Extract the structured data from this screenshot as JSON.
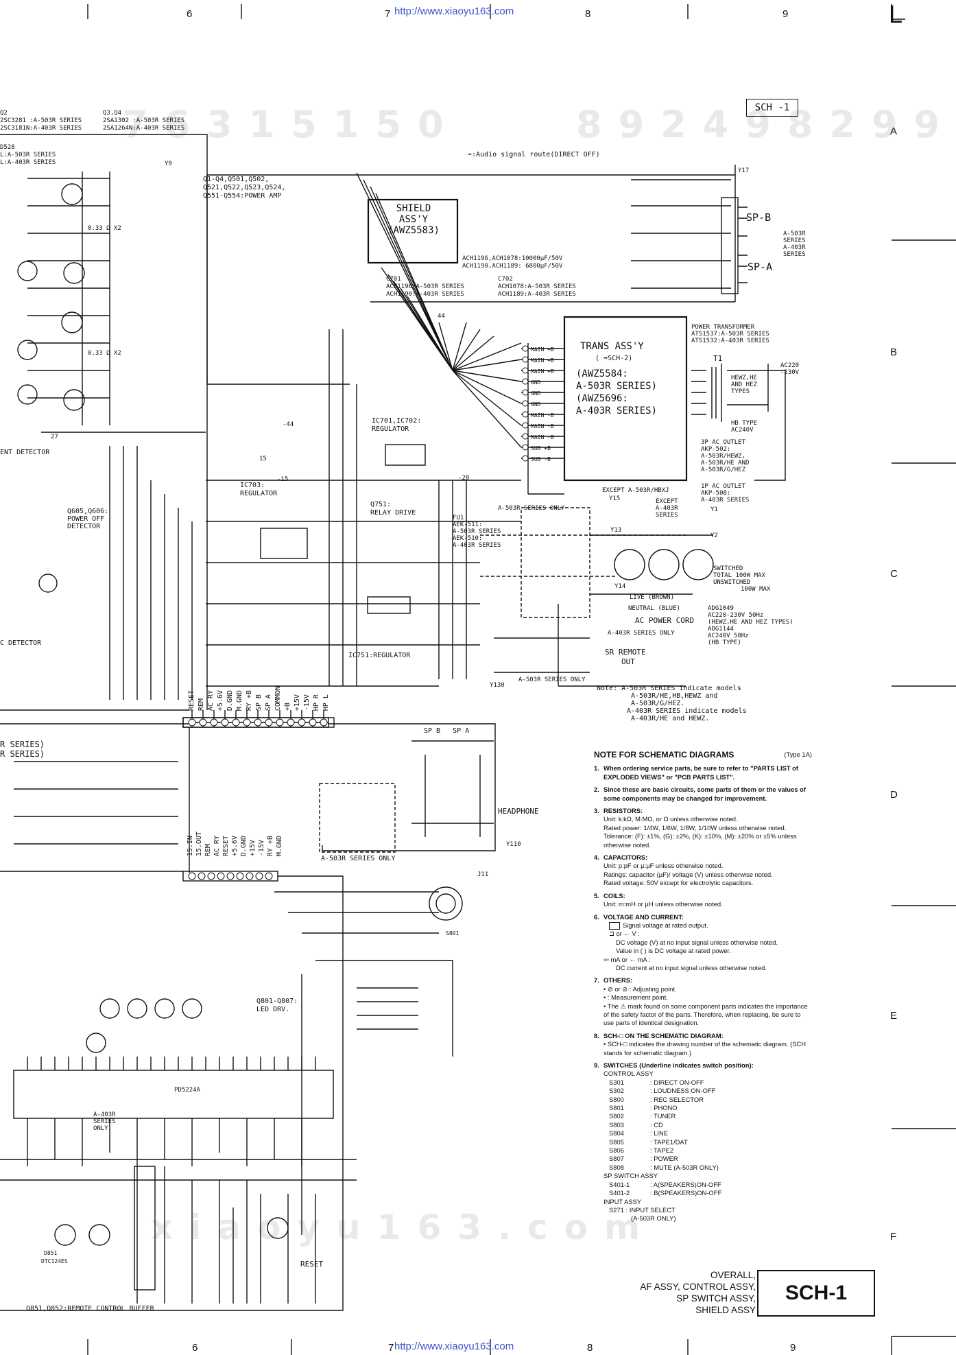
{
  "header": {
    "url_top": "http://www.xiaoyu163.com",
    "url_bottom": "http://www.xiaoyu163.com",
    "sheet_tag": "SCH -1",
    "column_labels": [
      "6",
      "7",
      "8",
      "9"
    ],
    "row_labels": [
      "A",
      "B",
      "C",
      "D",
      "E",
      "F"
    ],
    "corner_mark": "L"
  },
  "watermarks": [
    "76315150",
    "892498299",
    "xiaoyu163.com"
  ],
  "schematic": {
    "audio_route": "➡:Audio signal route(DIRECT OFF)",
    "q_list_left": [
      "Q2",
      "2SC3281 :A-503R SERIES",
      "2SC3181N:A-403R SERIES"
    ],
    "q_list_right": [
      "Q3,Q4",
      "2SA1302 :A-503R SERIES",
      "2SA1264N:A-403R SERIES"
    ],
    "d528": [
      "D528",
      "L:A-503R SERIES",
      "L:A-403R SERIES"
    ],
    "power_amp": [
      "Q1-Q4,Q501,Q502,",
      "Q521,Q522,Q523,Q524,",
      "Q551-Q554:POWER AMP"
    ],
    "shield_assy": [
      "SHIELD",
      "ASS'Y",
      "(AWZ5583)"
    ],
    "sp_b": "SP-B",
    "sp_a": "SP-A",
    "sp_series": [
      "A-503R",
      "SERIES",
      "A-403R",
      "SERIES"
    ],
    "cap_main": [
      "ACH1196,ACH1078:10000µF/50V",
      "ACH1190,ACH1189: 6800µF/50V"
    ],
    "c701": [
      "C701",
      "ACH1196:A-503R SERIES",
      "ACH1190:A-403R SERIES"
    ],
    "c702": [
      "C702",
      "ACH1078:A-503R SERIES",
      "ACH1189:A-403R SERIES"
    ],
    "trans_assy": [
      "TRANS ASS'Y",
      "( ➡SCH-2)",
      "(AWZ5584:",
      " A-503R SERIES)",
      "(AWZ5696:",
      " A-403R SERIES)"
    ],
    "power_transformer": [
      "POWER TRANSFORMER",
      "ATS1537:A-503R SERIES",
      "ATS1532:A-403R SERIES"
    ],
    "t1": "T1",
    "ac220": [
      "AC220",
      "-230V"
    ],
    "hewz_types": [
      "HEWZ,HE",
      "AND HEZ",
      "TYPES"
    ],
    "hb_type": [
      "HB TYPE",
      "AC240V"
    ],
    "ac_outlet_3p": [
      "3P AC OUTLET",
      "AKP-502:",
      "A-503R/HEWZ,",
      "A-503R/HE AND",
      "A-503R/G/HEZ"
    ],
    "ac_outlet_1p": [
      "1P AC OUTLET",
      "AKP-508:",
      "A-403R SERIES"
    ],
    "main_pins": [
      "MAIN +B",
      "MAIN +B",
      "MAIN +B",
      "GND",
      "GND",
      "GND",
      "MAIN -B",
      "MAIN -B",
      "MAIN -B",
      "SUB +B",
      "SUB -B"
    ],
    "ic701_702": [
      "IC701,IC702:",
      "REGULATOR"
    ],
    "ic703": [
      "IC703:",
      "REGULATOR"
    ],
    "q751": [
      "Q751:",
      "RELAY DRIVE"
    ],
    "q605": [
      "Q605,Q606:",
      "POWER OFF",
      "DETECTOR"
    ],
    "ent_detector": "ENT DETECTOR",
    "c_detector": "C DETECTOR",
    "fu1": [
      "FU1",
      "AEK-511:",
      "A-503R SERIES",
      "AEK-510:",
      "A-403R SERIES"
    ],
    "a503_only": "A-503R SERIES ONLY",
    "except_a503": "EXCEPT A-503R/HBXJ",
    "except_a403": [
      "EXCEPT",
      "A-403R",
      "SERIES"
    ],
    "switched": [
      "SWITCHED",
      "TOTAL 100W MAX",
      "UNSWITCHED",
      "100W MAX"
    ],
    "live": "LIVE (BROWN)",
    "neutral": "NEUTRAL (BLUE)",
    "ac_power_cord": "AC POWER CORD",
    "cord_types": [
      "ADG1049",
      "AC220-230V 50Hz",
      "(HEWZ,HE AND HEZ TYPES)",
      "ADG1144",
      "AC240V 50Hz",
      "(HB TYPE)"
    ],
    "a403_only": "A-403R SERIES ONLY",
    "ic751": "IC751:REGULATOR",
    "sr_remote": [
      "SR REMOTE",
      "OUT"
    ],
    "a503_only_2": "A-503R SERIES ONLY",
    "series_note": [
      "Note: A-503R SERIES indicate models",
      "A-503R/HE,HB,HEWZ and",
      "A-503R/G/HEZ.",
      "A-403R SERIES indicate models",
      "A-403R/HE and HEWZ."
    ],
    "conn_top_pins": [
      "RESET",
      "REM",
      "AC RY",
      "+5.6V",
      "D.GND",
      "M.GND",
      "RY +B",
      "SP B",
      "SP A",
      "COMMON",
      "+B",
      "+15V",
      "-15V",
      "HP R",
      "HP L"
    ],
    "conn_bottom_pins": [
      "15.IN",
      "15.OUT",
      "REM",
      "AC RY",
      "RESET",
      "+5.6V",
      "D.GND",
      "+15V",
      "-15V",
      "RY +B",
      "M.GND"
    ],
    "r_series": [
      "R SERIES)",
      "R SERIES)"
    ],
    "sp_b_sp_a": "SP B   SP A",
    "headphone": "HEADPHONE",
    "a503_only_3": "A-503R SERIES ONLY",
    "q801": [
      "Q801-Q807:",
      "LED DRV."
    ],
    "a403_series_only": [
      "A-403R",
      "SERIES",
      "ONLY"
    ],
    "reset": "RESET",
    "q851": "Q851,Q852:REMOTE CONTROL BUFFER",
    "misc_labels": [
      "0.33 Ω X2",
      "0.33 Ω X2",
      "27",
      "-44",
      "-15",
      "-28",
      "15",
      "44",
      "Y17",
      "Y9",
      "Y15",
      "Y13",
      "Y14",
      "Y1",
      "Y2",
      "Y110",
      "Y130",
      "J11",
      "PD5224A",
      "D851",
      "DTC124ES",
      "S801"
    ]
  },
  "notes": {
    "title": "NOTE FOR SCHEMATIC DIAGRAMS",
    "type_tag": "(Type 1A)",
    "n1": "When ordering service parts, be sure to refer to \"PARTS LIST of EXPLODED VIEWS\" or \"PCB PARTS LIST\".",
    "n2": "Since these are basic circuits, some parts of them or the values of some components may be changed for improvement.",
    "n3_head": "RESISTORS:",
    "n3_unit": "Unit: k:kΩ, M:MΩ, or Ω unless otherwise noted.",
    "n3_power": "Rated power: 1/4W, 1/6W, 1/8W, 1/10W unless otherwise noted.",
    "n3_tol": "Tolerance: (F): ±1%, (G): ±2%, (K): ±10%, (M): ±20% or ±5% unless otherwise noted.",
    "n4_head": "CAPACITORS:",
    "n4_unit": "Unit: p:pF or µ:µF unless otherwise noted.",
    "n4_rating": "Ratings: capacitor (µF)/ voltage (V) unless otherwise noted.",
    "n4_voltage": "Rated voltage: 50V except for electrolytic capacitors.",
    "n5_head": "COILS:",
    "n5_unit": "Unit: m:mH or µH unless otherwise noted.",
    "n6_head": "VOLTAGE AND CURRENT:",
    "n6_a": "Signal voltage at rated output.",
    "n6_b": "DC voltage (V) at no input signal unless otherwise noted.",
    "n6_c": "Value in (   ) is DC voltage at rated power.",
    "n6_d": "DC current at no input signal unless otherwise noted.",
    "n6_e": "⇦ mA  or  ← mA :",
    "n6_f": "or  ← V :",
    "n7_head": "OTHERS:",
    "n7_a": "• ⊘ or ⊘ : Adjusting point.",
    "n7_b": "•          : Measurement point.",
    "n7_c": "• The ⚠ mark found on some component parts indicates the importance of the safety factor of the parts. Therefore, when replacing, be sure to use parts of identical designation.",
    "n8_head": "SCH-□ ON THE SCHEMATIC DIAGRAM:",
    "n8_a": "• SCH-□ indicates the drawing number of the schematic diagram. (SCH stands for schematic diagram.)",
    "n9_head": "SWITCHES (Underline indicates switch position):",
    "n9_control": "CONTROL ASSY",
    "switches": [
      {
        "id": "S301",
        "text": ": DIRECT  ON-OFF"
      },
      {
        "id": "S302",
        "text": ": LOUDNESS  ON-OFF"
      },
      {
        "id": "S800",
        "text": ": REC SELECTOR"
      },
      {
        "id": "S801",
        "text": ": PHONO"
      },
      {
        "id": "S802",
        "text": ": TUNER"
      },
      {
        "id": "S803",
        "text": ": CD"
      },
      {
        "id": "S804",
        "text": ": LINE"
      },
      {
        "id": "S805",
        "text": ": TAPE1/DAT"
      },
      {
        "id": "S806",
        "text": ": TAPE2"
      },
      {
        "id": "S807",
        "text": ": POWER"
      },
      {
        "id": "S808",
        "text": ": MUTE (A-503R ONLY)"
      }
    ],
    "n9_sp": "SP SWITCH ASSY",
    "sp_switches": [
      {
        "id": "S401-1",
        "text": ": A(SPEAKERS)ON-OFF"
      },
      {
        "id": "S401-2",
        "text": ": B(SPEAKERS)ON-OFF"
      }
    ],
    "n9_input": "INPUT ASSY",
    "input_switch": "S271 : INPUT SELECT",
    "input_switch_2": "(A-503R ONLY)"
  },
  "title_block": {
    "lines": [
      "OVERALL,",
      "AF ASSY, CONTROL ASSY,",
      "SP SWITCH ASSY,",
      "SHIELD ASSY"
    ],
    "sheet": "SCH-1"
  }
}
